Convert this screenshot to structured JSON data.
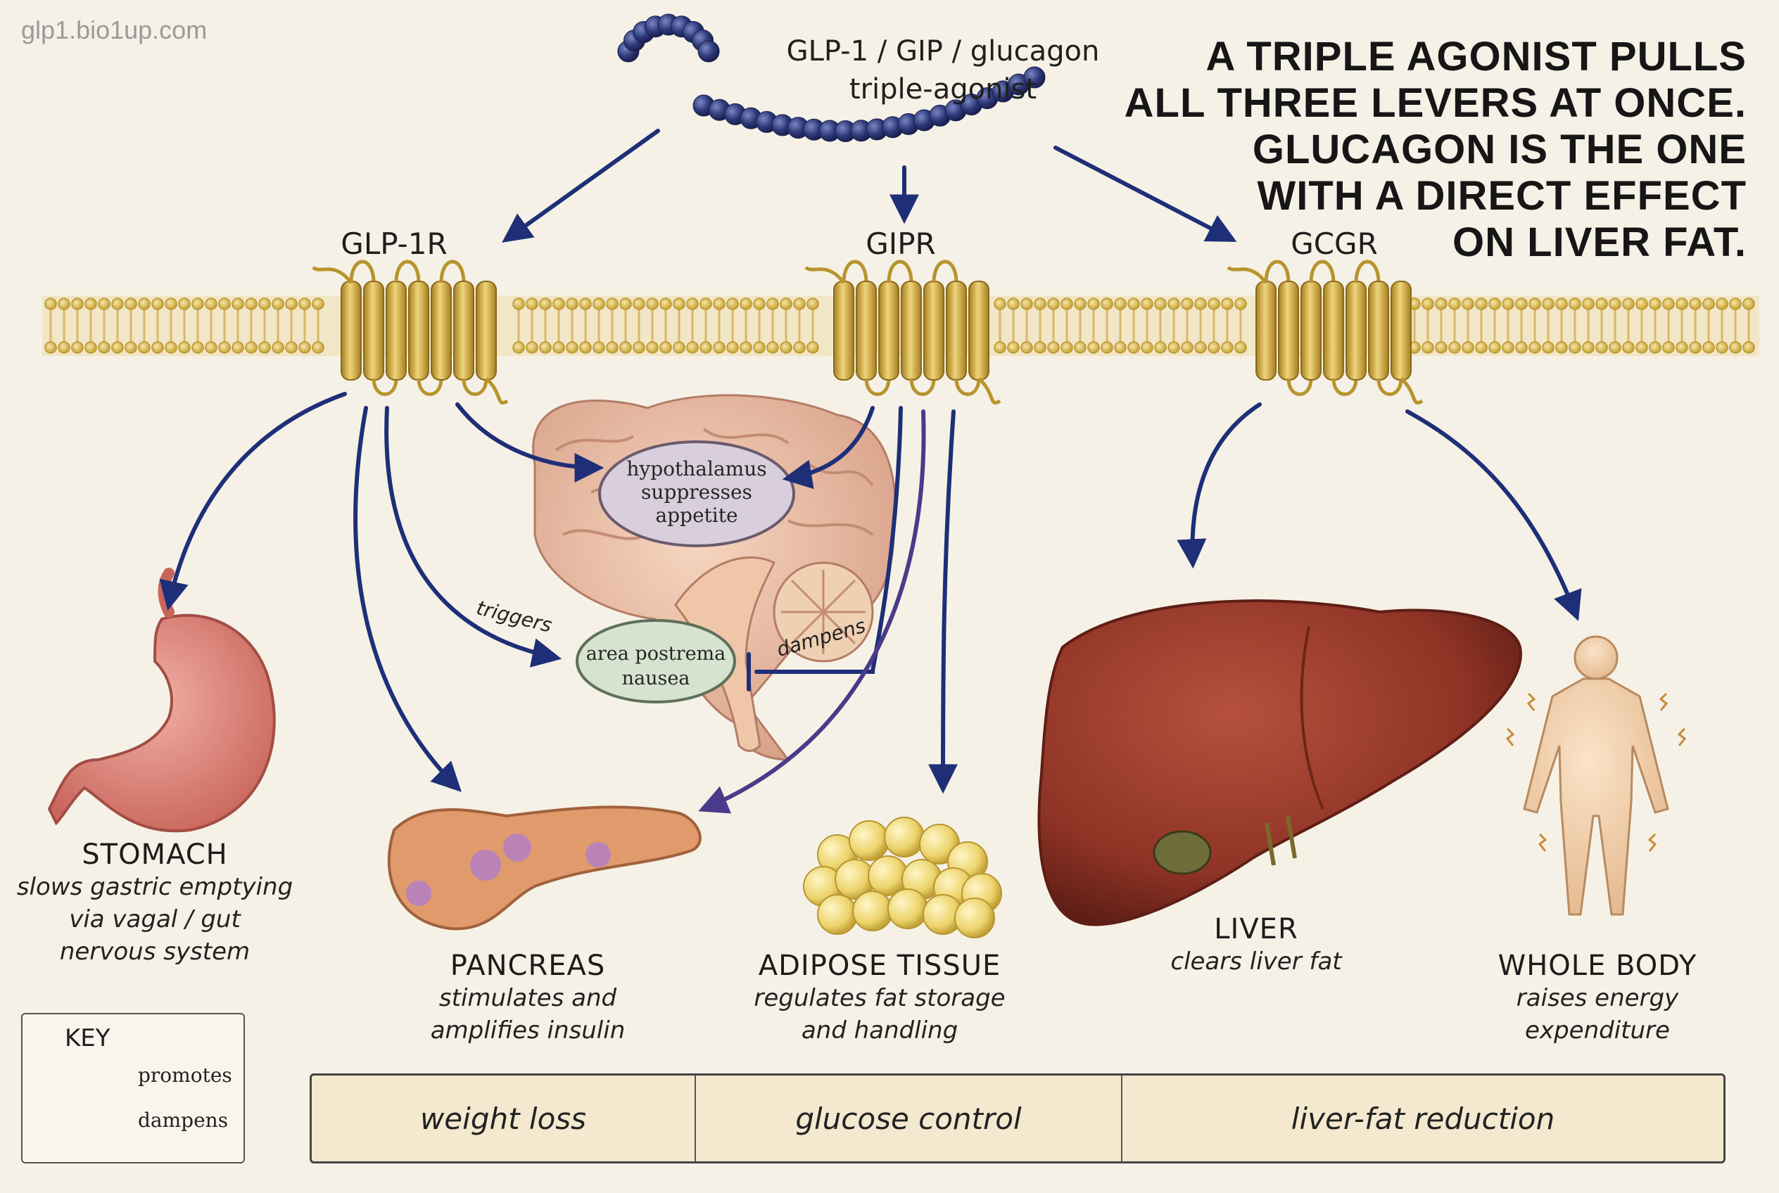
{
  "watermark": "glp1.bio1up.com",
  "agonist": {
    "line1": "GLP-1 / GIP / glucagon",
    "line2": "triple-agonist"
  },
  "headline": [
    "A TRIPLE AGONIST PULLS",
    "ALL THREE LEVERS AT ONCE.",
    "GLUCAGON IS THE ONE",
    "WITH A DIRECT EFFECT",
    "ON LIVER FAT."
  ],
  "receptors": {
    "glp1r": "GLP-1R",
    "gipr": "GIPR",
    "gcgr": "GCGR"
  },
  "brain": {
    "hypothalamus": [
      "hypothalamus",
      "suppresses",
      "appetite"
    ],
    "area_postrema": [
      "area postrema",
      "nausea"
    ],
    "triggers_label": "triggers",
    "dampens_label": "dampens"
  },
  "organs": {
    "stomach": {
      "title": "STOMACH",
      "desc": [
        "slows gastric emptying",
        "via vagal / gut",
        "nervous system"
      ]
    },
    "pancreas": {
      "title": "PANCREAS",
      "desc": [
        "stimulates and",
        "amplifies insulin"
      ]
    },
    "adipose": {
      "title": "ADIPOSE TISSUE",
      "desc": [
        "regulates fat storage",
        "and  handling"
      ]
    },
    "liver": {
      "title": "LIVER",
      "desc": [
        "clears liver fat"
      ]
    },
    "body": {
      "title": "WHOLE BODY",
      "desc": [
        "raises energy",
        "expenditure"
      ]
    }
  },
  "key": {
    "title": "KEY",
    "promotes": "promotes",
    "dampens": "dampens"
  },
  "outcomes": [
    "weight loss",
    "glucose control",
    "liver-fat reduction"
  ],
  "colors": {
    "arrow": "#1e2f78",
    "gip_purple": "#4a3a8a",
    "membrane": "#d9b866",
    "receptor": "#c9a233",
    "bead": "#2f3a7a",
    "liver": "#8e3325",
    "stomach": "#d98880",
    "pancreas": "#e09a6c",
    "adipose": "#ecd36a",
    "outcome_bg": "#f4e8cf"
  }
}
